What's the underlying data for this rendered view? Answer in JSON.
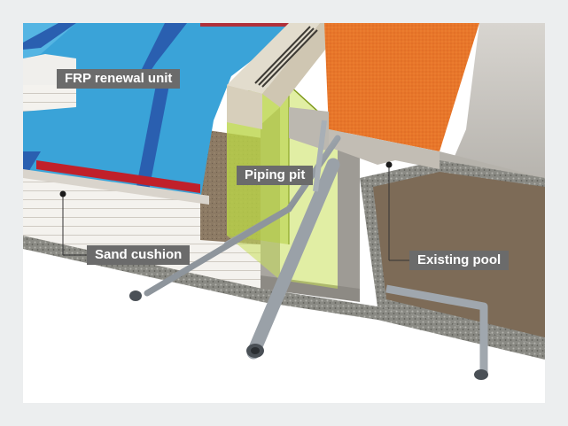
{
  "labels": {
    "frp_unit": "FRP renewal unit",
    "piping_pit": "Piping pit",
    "sand_cushion": "Sand cushion",
    "existing_pool": "Existing pool"
  },
  "colors": {
    "frame": "#eceeef",
    "pool_water": "#3aa3d8",
    "lane_line": "#2a5fb0",
    "red_stripe": "#c0202a",
    "orange_deck": "#e8762a",
    "concrete": "#c9c6c0",
    "soil": "#7a6a58",
    "pit_glass": "#c8e05a",
    "label_bg": "#6b6b6b"
  }
}
